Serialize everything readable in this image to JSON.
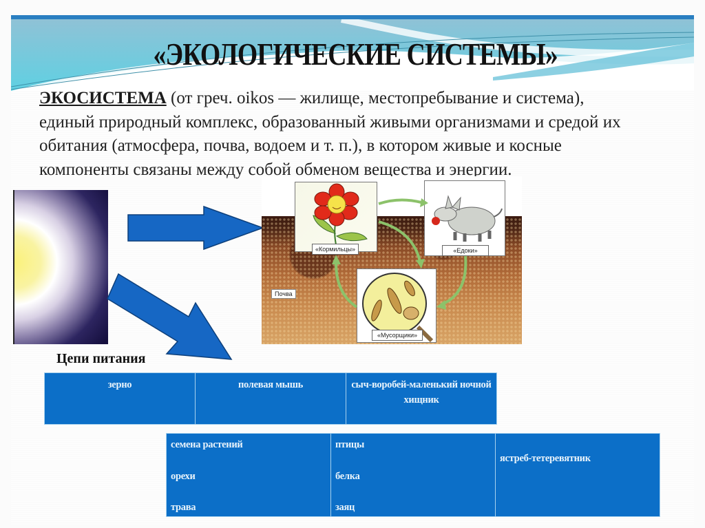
{
  "slide": {
    "title": "«ЭКОЛОГИЧЕСКИЕ СИСТЕМЫ»",
    "definition": {
      "term": "ЭКОСИСТЕМА",
      "text": " (от греч. oikos — жилище, местопребывание и система), единый природный комплекс, образованный живыми организмами и средой их обитания (атмосфера, почва, водоем и т. п.), в котором живые и косные компоненты связаны между собой обменом вещества и энергии."
    },
    "colors": {
      "header_top": "#2a7fc1",
      "header_band": "#7fc6d8",
      "arrow_fill": "#1667c4",
      "table_bg": "#0c6fc8",
      "table_border": "#a9d2ee",
      "table_text": "#e8f3fb"
    }
  },
  "illustration": {
    "sun_icon": "sun-image",
    "labels": {
      "producers": "«Кормильцы»",
      "consumers": "«Едоки»",
      "decomposers": "«Мусорщики»",
      "soil": "Почва"
    }
  },
  "food_chains": {
    "title": "Цепи питания",
    "table1": {
      "cells": [
        "зерно",
        "полевая мышь",
        "сыч-воробей-маленький ночной хищник"
      ]
    },
    "table2": {
      "col1": [
        "семена растений",
        "орехи",
        "трава"
      ],
      "col2": [
        "птицы",
        "белка",
        "заяц"
      ],
      "col3": "ястреб-тетеревятник"
    }
  }
}
